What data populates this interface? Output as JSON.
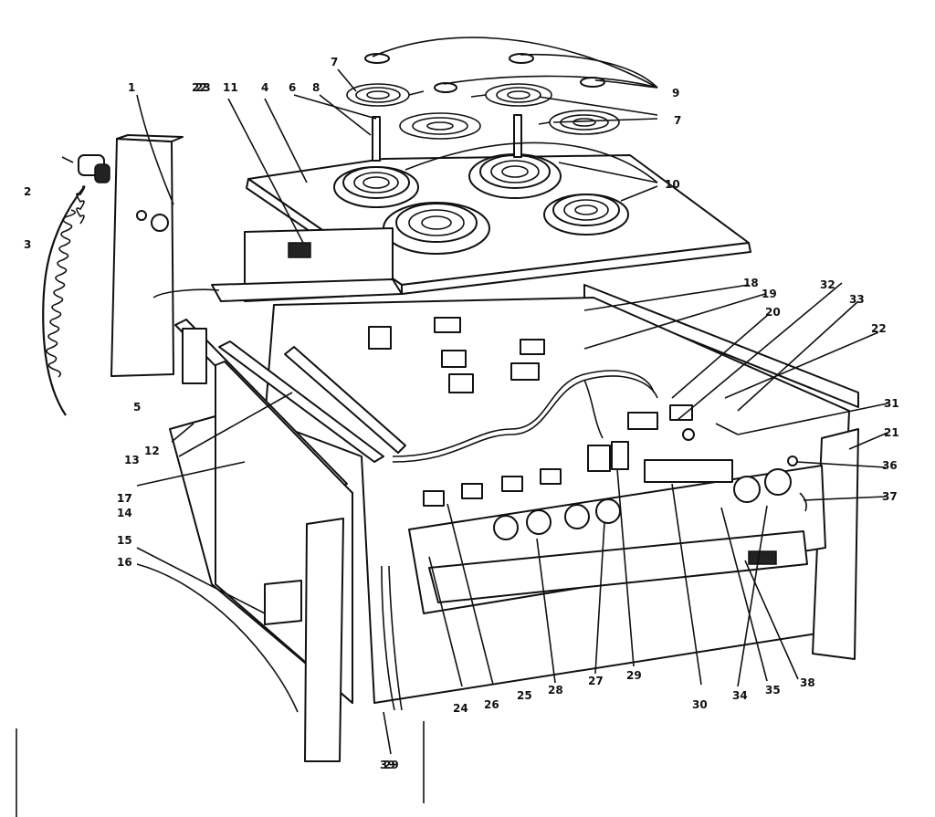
{
  "diagram": {
    "callouts": [
      "1",
      "2",
      "3",
      "4",
      "5",
      "6",
      "7",
      "7",
      "8",
      "9",
      "10",
      "11",
      "12",
      "13",
      "14",
      "15",
      "16",
      "17",
      "18",
      "19",
      "20",
      "21",
      "22",
      "22",
      "23",
      "24",
      "25",
      "26",
      "27",
      "28",
      "29",
      "29",
      "30",
      "31",
      "32",
      "33",
      "34",
      "35",
      "36",
      "37",
      "38",
      "39",
      "17"
    ]
  }
}
